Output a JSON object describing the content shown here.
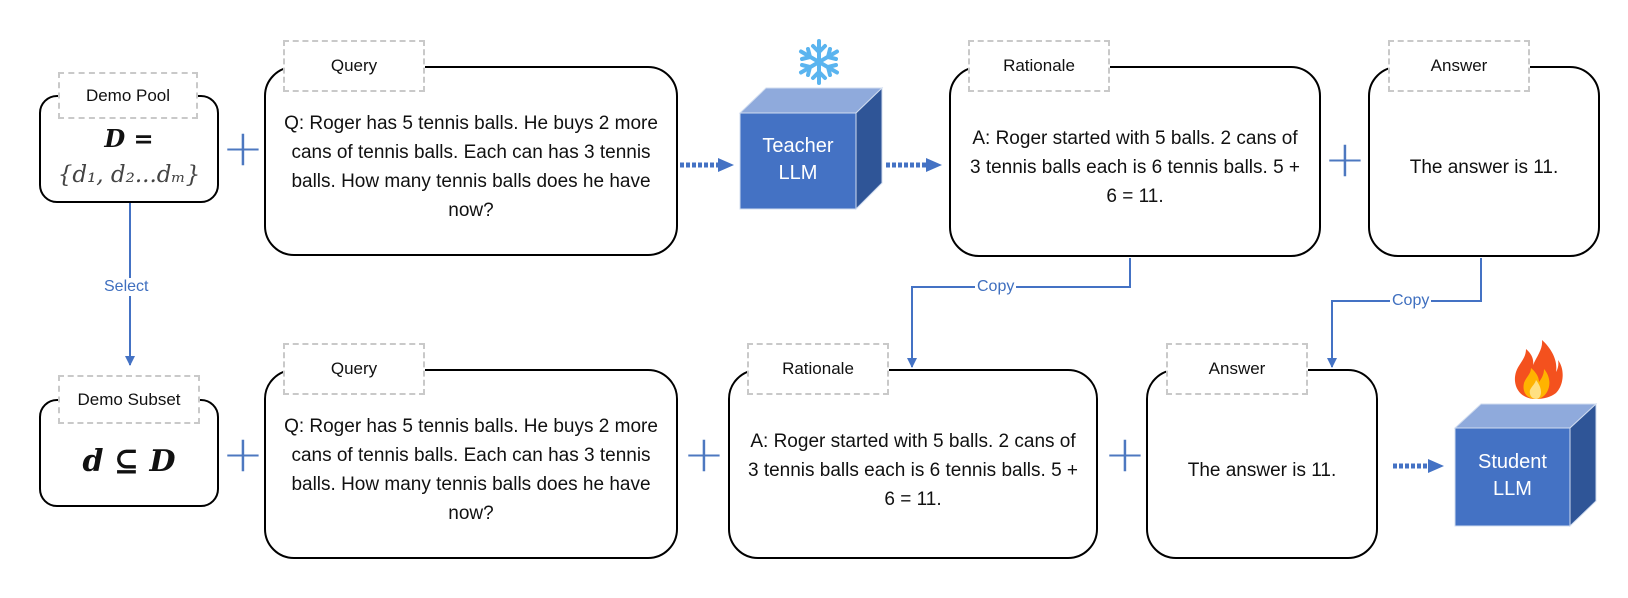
{
  "top": {
    "demo_pool": {
      "tag": "Demo Pool",
      "line1": "D =",
      "line2": "{d₁, d₂...dₘ}"
    },
    "query": {
      "tag": "Query",
      "text": "Q: Roger has 5 tennis balls. He buys 2 more cans of tennis balls. Each can has 3 tennis balls. How many tennis balls does he have now?"
    },
    "teacher": {
      "line1": "Teacher",
      "line2": "LLM"
    },
    "rationale": {
      "tag": "Rationale",
      "text": "A: Roger started with 5 balls. 2 cans of 3 tennis balls each is 6 tennis balls. 5 + 6 = 11."
    },
    "answer": {
      "tag": "Answer",
      "text": "The answer is 11."
    }
  },
  "edges": {
    "select": "Select",
    "copy_rationale": "Copy",
    "copy_answer": "Copy"
  },
  "bottom": {
    "demo_subset": {
      "tag": "Demo Subset",
      "formula": "d ⊆ D"
    },
    "query": {
      "tag": "Query",
      "text": "Q: Roger has 5 tennis balls. He buys 2 more cans of tennis balls. Each can has 3 tennis balls. How many tennis balls does he have now?"
    },
    "rationale": {
      "tag": "Rationale",
      "text": "A: Roger started with 5 balls. 2 cans of 3 tennis balls each is 6 tennis balls. 5 + 6 = 11."
    },
    "answer": {
      "tag": "Answer",
      "text": "The answer is 11."
    },
    "student": {
      "line1": "Student",
      "line2": "LLM"
    }
  },
  "icons": {
    "frozen": "snowflake-icon",
    "trainable": "fire-icon",
    "plus": "plus-icon"
  },
  "colors": {
    "accent": "#4472c4",
    "cube_front": "#4472c4",
    "cube_top": "#8faadc",
    "cube_side": "#2f5597",
    "plus": "#4d78c0"
  }
}
